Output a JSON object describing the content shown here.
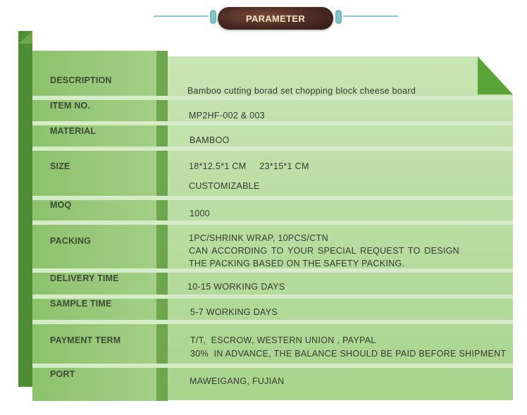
{
  "header": {
    "title": "PARAMETER"
  },
  "rows": [
    {
      "label": "DESCRIPTION",
      "lines": [
        "Bamboo cutting borad set chopping block cheese board"
      ]
    },
    {
      "label": "ITEM NO.",
      "lines": [
        "MP2HF-002 & 003"
      ]
    },
    {
      "label": "MATERIAL",
      "lines": [
        "BAMBOO"
      ]
    },
    {
      "label": "SIZE",
      "lines": [
        "18*12.5*1 CM     23*15*1 CM",
        "CUSTOMIZABLE"
      ]
    },
    {
      "label": "MOQ",
      "lines": [
        "1000"
      ]
    },
    {
      "label": "PACKING",
      "lines": [
        "1PC/SHRINK WRAP, 10PCS/CTN",
        "CAN ACCORDING TO YOUR SPECIAL REQUEST TO DESIGN THE PACKING BASED ON THE SAFETY PACKING."
      ]
    },
    {
      "label": "DELIVERY TIME",
      "lines": [
        "10-15 WORKING DAYS"
      ]
    },
    {
      "label": "SAMPLE TIME",
      "lines": [
        "5-7 WORKING DAYS"
      ]
    },
    {
      "label": "PAYMENT TERM",
      "lines": [
        "T/T,  ESCROW, WESTERN UNION , PAYPAL",
        "30%  IN ADVANCE, THE BALANCE SHOULD BE PAID BEFORE SHIPMENT"
      ]
    },
    {
      "label": "PORT",
      "lines": [
        "MAWEIGANG, FUJIAN"
      ]
    }
  ]
}
